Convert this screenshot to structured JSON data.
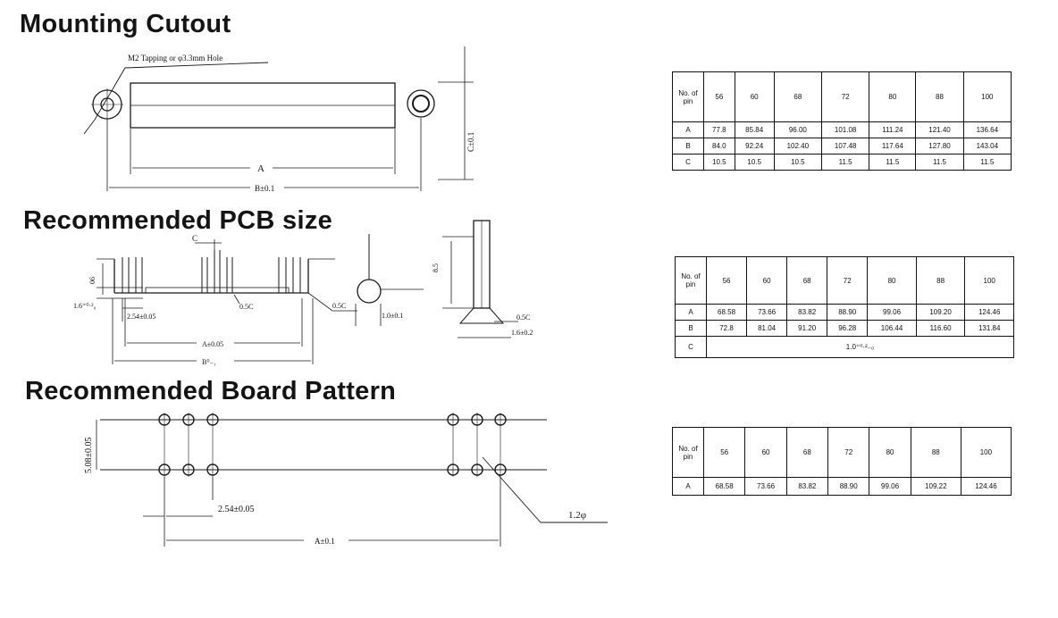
{
  "sections": {
    "mounting": {
      "title": "Mounting Cutout",
      "note": "M2 Tapping or φ3.3mm Hole",
      "label_a": "A",
      "label_b": "B±0.1",
      "label_c": "C±0.1"
    },
    "pcb": {
      "title": "Recommended PCB size",
      "label_c": "C",
      "label_a": "A±0.05",
      "label_b": "B⁰₋₁",
      "dim_pitch": "2.54±0.05",
      "dim_thick": "1.6⁺⁰·²₀",
      "dim_h": "06",
      "dim_05c_1": "0.5C",
      "dim_05c_2": "0.5C",
      "dim_05c_3": "0.5C",
      "dim_1_0": "1.0±0.1",
      "dim_85": "8.5",
      "dim_1_6": "1.6±0.2"
    },
    "pattern": {
      "title": "Recommended Board Pattern",
      "dim_row": "5.08±0.05",
      "dim_pitch": "2.54±0.05",
      "dim_a": "A±0.1",
      "dim_hole": "1.2φ"
    }
  },
  "tables": {
    "mounting": {
      "header": [
        "No. of pin",
        "56",
        "60",
        "68",
        "72",
        "80",
        "88",
        "100"
      ],
      "rows": [
        [
          "A",
          "77.8",
          "85.84",
          "96.00",
          "101.08",
          "111.24",
          "121.40",
          "136.64"
        ],
        [
          "B",
          "84.0",
          "92.24",
          "102.40",
          "107.48",
          "117.64",
          "127.80",
          "143.04"
        ],
        [
          "C",
          "10.5",
          "10.5",
          "10.5",
          "11.5",
          "11.5",
          "11.5",
          "11.5"
        ]
      ]
    },
    "pcb": {
      "header": [
        "No. of pin",
        "56",
        "60",
        "68",
        "72",
        "80",
        "88",
        "100"
      ],
      "rows": [
        [
          "A",
          "68.58",
          "73.66",
          "83.82",
          "88.90",
          "99.06",
          "109.20",
          "124.46"
        ],
        [
          "B",
          "72.8",
          "81.04",
          "91.20",
          "96.28",
          "106.44",
          "116.60",
          "131.84"
        ]
      ],
      "row_c_label": "C",
      "row_c_value": "1.0⁺⁰·²₋₀"
    },
    "pattern": {
      "header": [
        "No. of pin",
        "56",
        "60",
        "68",
        "72",
        "80",
        "88",
        "100"
      ],
      "rows": [
        [
          "A",
          "68.58",
          "73.66",
          "83.82",
          "88.90",
          "99.06",
          "109.22",
          "124.46"
        ]
      ]
    }
  }
}
